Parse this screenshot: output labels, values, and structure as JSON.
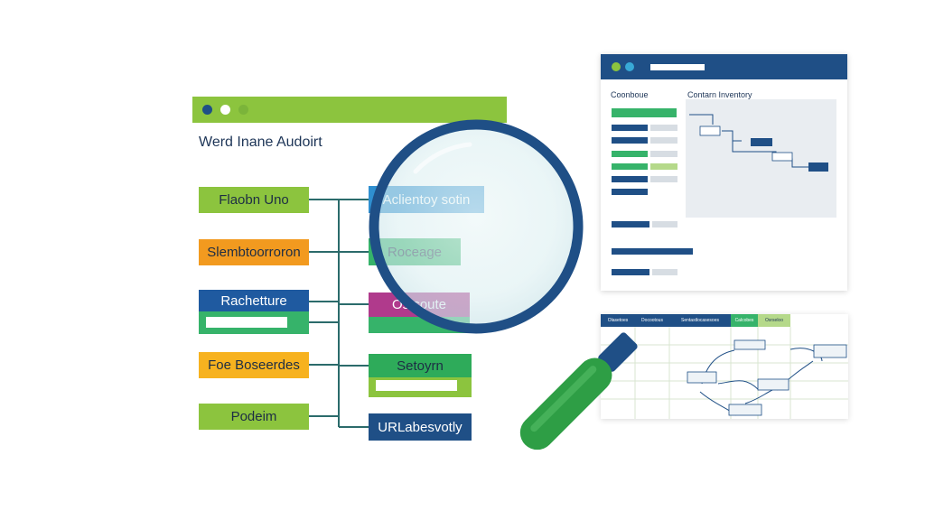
{
  "audit": {
    "title": "Werd Inane Audoirt",
    "left_nodes": [
      {
        "label": "Flaobn Uno",
        "color": "#8cc43e"
      },
      {
        "label": "Slembtoorroron",
        "color": "#f29a1f"
      },
      {
        "label": "Rachetture",
        "color": "#1f5aa0"
      },
      {
        "label": "Foe Boseerdes",
        "color": "#f7b21f"
      },
      {
        "label": "Podeim",
        "color": "#8cc43e"
      }
    ],
    "right_nodes": [
      {
        "label": "Aclientoy sotin",
        "color": "#2f8fd0"
      },
      {
        "label": "Roceage",
        "color": "#36b36a"
      },
      {
        "label": "Ostsoute",
        "color": "#b03a8c"
      },
      {
        "label": "Setoyrn",
        "color": "#2eab5a"
      },
      {
        "label": "URLabesvotly",
        "color": "#1f4f86"
      }
    ]
  },
  "inventory": {
    "col_left_title": "Coonboue",
    "col_right_title": "Contarn Inventory"
  },
  "flow": {
    "tabs": [
      "Olasetoes",
      "Docootous",
      "Sentastlocasesoes",
      "Calcobes",
      "Osrseloo"
    ]
  },
  "colors": {
    "navy": "#1f4f86",
    "green": "#8cc43e",
    "handle": "#2e9e45"
  },
  "icons": [
    "magnifier-icon"
  ]
}
